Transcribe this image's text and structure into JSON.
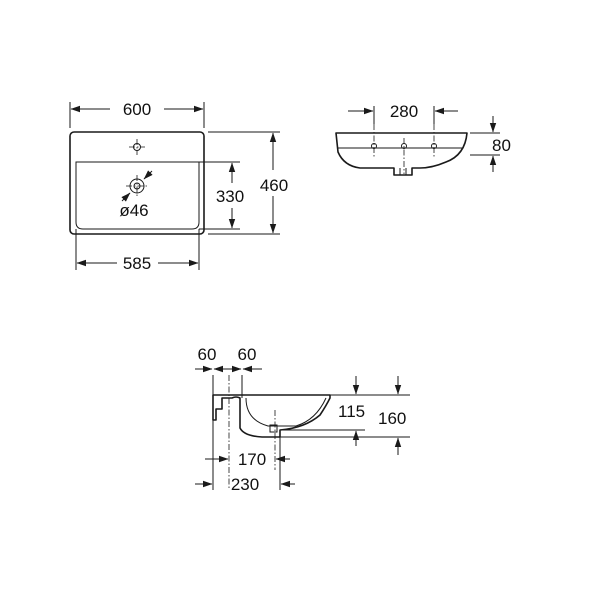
{
  "top_view": {
    "overall_width": "600",
    "inner_width": "585",
    "overall_depth": "460",
    "bowl_depth": "330",
    "drain_diameter": "ø46"
  },
  "front_view": {
    "tap_hole_spacing": "280",
    "height": "80"
  },
  "side_view": {
    "offset_a": "60",
    "offset_b": "60",
    "bowl_height": "115",
    "overall_height": "160",
    "drain_projection": "170",
    "total_projection": "230"
  }
}
